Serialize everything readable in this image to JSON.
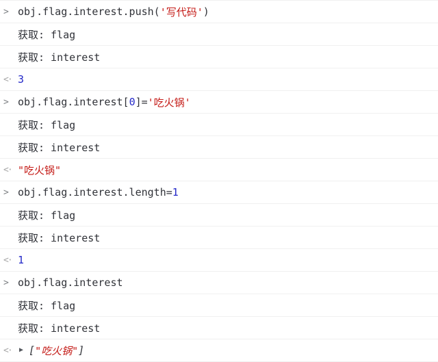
{
  "console": {
    "icons": {
      "prompt": ">",
      "result": "<·",
      "expander": "▶"
    },
    "colors": {
      "background": "#ffffff",
      "plain": "#303238",
      "string": "#c41a16",
      "number": "#2328c8",
      "prompt": "#7f8285",
      "result_arrow": "#a9a9a9",
      "expander": "#54585e",
      "separator": "#f0f0f0"
    },
    "entries": [
      {
        "type": "command",
        "icon": "prompt",
        "parts": [
          {
            "t": "obj.flag.interest.push(",
            "s": "plain"
          },
          {
            "t": "'写代码'",
            "s": "string"
          },
          {
            "t": ")",
            "s": "plain"
          }
        ]
      },
      {
        "type": "log",
        "icon": "none",
        "parts": [
          {
            "t": "获取: flag",
            "s": "plain"
          }
        ]
      },
      {
        "type": "log",
        "icon": "none",
        "parts": [
          {
            "t": "获取: interest",
            "s": "plain"
          }
        ]
      },
      {
        "type": "result",
        "icon": "result",
        "parts": [
          {
            "t": "3",
            "s": "number"
          }
        ]
      },
      {
        "type": "command",
        "icon": "prompt",
        "parts": [
          {
            "t": "obj.flag.interest[",
            "s": "plain"
          },
          {
            "t": "0",
            "s": "number"
          },
          {
            "t": "]=",
            "s": "plain"
          },
          {
            "t": "'吃火锅'",
            "s": "string"
          }
        ]
      },
      {
        "type": "log",
        "icon": "none",
        "parts": [
          {
            "t": "获取: flag",
            "s": "plain"
          }
        ]
      },
      {
        "type": "log",
        "icon": "none",
        "parts": [
          {
            "t": "获取: interest",
            "s": "plain"
          }
        ]
      },
      {
        "type": "result",
        "icon": "result",
        "parts": [
          {
            "t": "\"吃火锅\"",
            "s": "string"
          }
        ]
      },
      {
        "type": "command",
        "icon": "prompt",
        "parts": [
          {
            "t": "obj.flag.interest.length=",
            "s": "plain"
          },
          {
            "t": "1",
            "s": "number"
          }
        ]
      },
      {
        "type": "log",
        "icon": "none",
        "parts": [
          {
            "t": "获取: flag",
            "s": "plain"
          }
        ]
      },
      {
        "type": "log",
        "icon": "none",
        "parts": [
          {
            "t": "获取: interest",
            "s": "plain"
          }
        ]
      },
      {
        "type": "result",
        "icon": "result",
        "parts": [
          {
            "t": "1",
            "s": "number"
          }
        ]
      },
      {
        "type": "command",
        "icon": "prompt",
        "parts": [
          {
            "t": "obj.flag.interest",
            "s": "plain"
          }
        ]
      },
      {
        "type": "log",
        "icon": "none",
        "parts": [
          {
            "t": "获取: flag",
            "s": "plain"
          }
        ]
      },
      {
        "type": "log",
        "icon": "none",
        "parts": [
          {
            "t": "获取: interest",
            "s": "plain"
          }
        ]
      },
      {
        "type": "result",
        "icon": "result",
        "italic": true,
        "expandable": true,
        "parts": [
          {
            "t": "[",
            "s": "plain"
          },
          {
            "t": "\"吃火锅\"",
            "s": "string"
          },
          {
            "t": "]",
            "s": "plain"
          }
        ]
      }
    ]
  }
}
